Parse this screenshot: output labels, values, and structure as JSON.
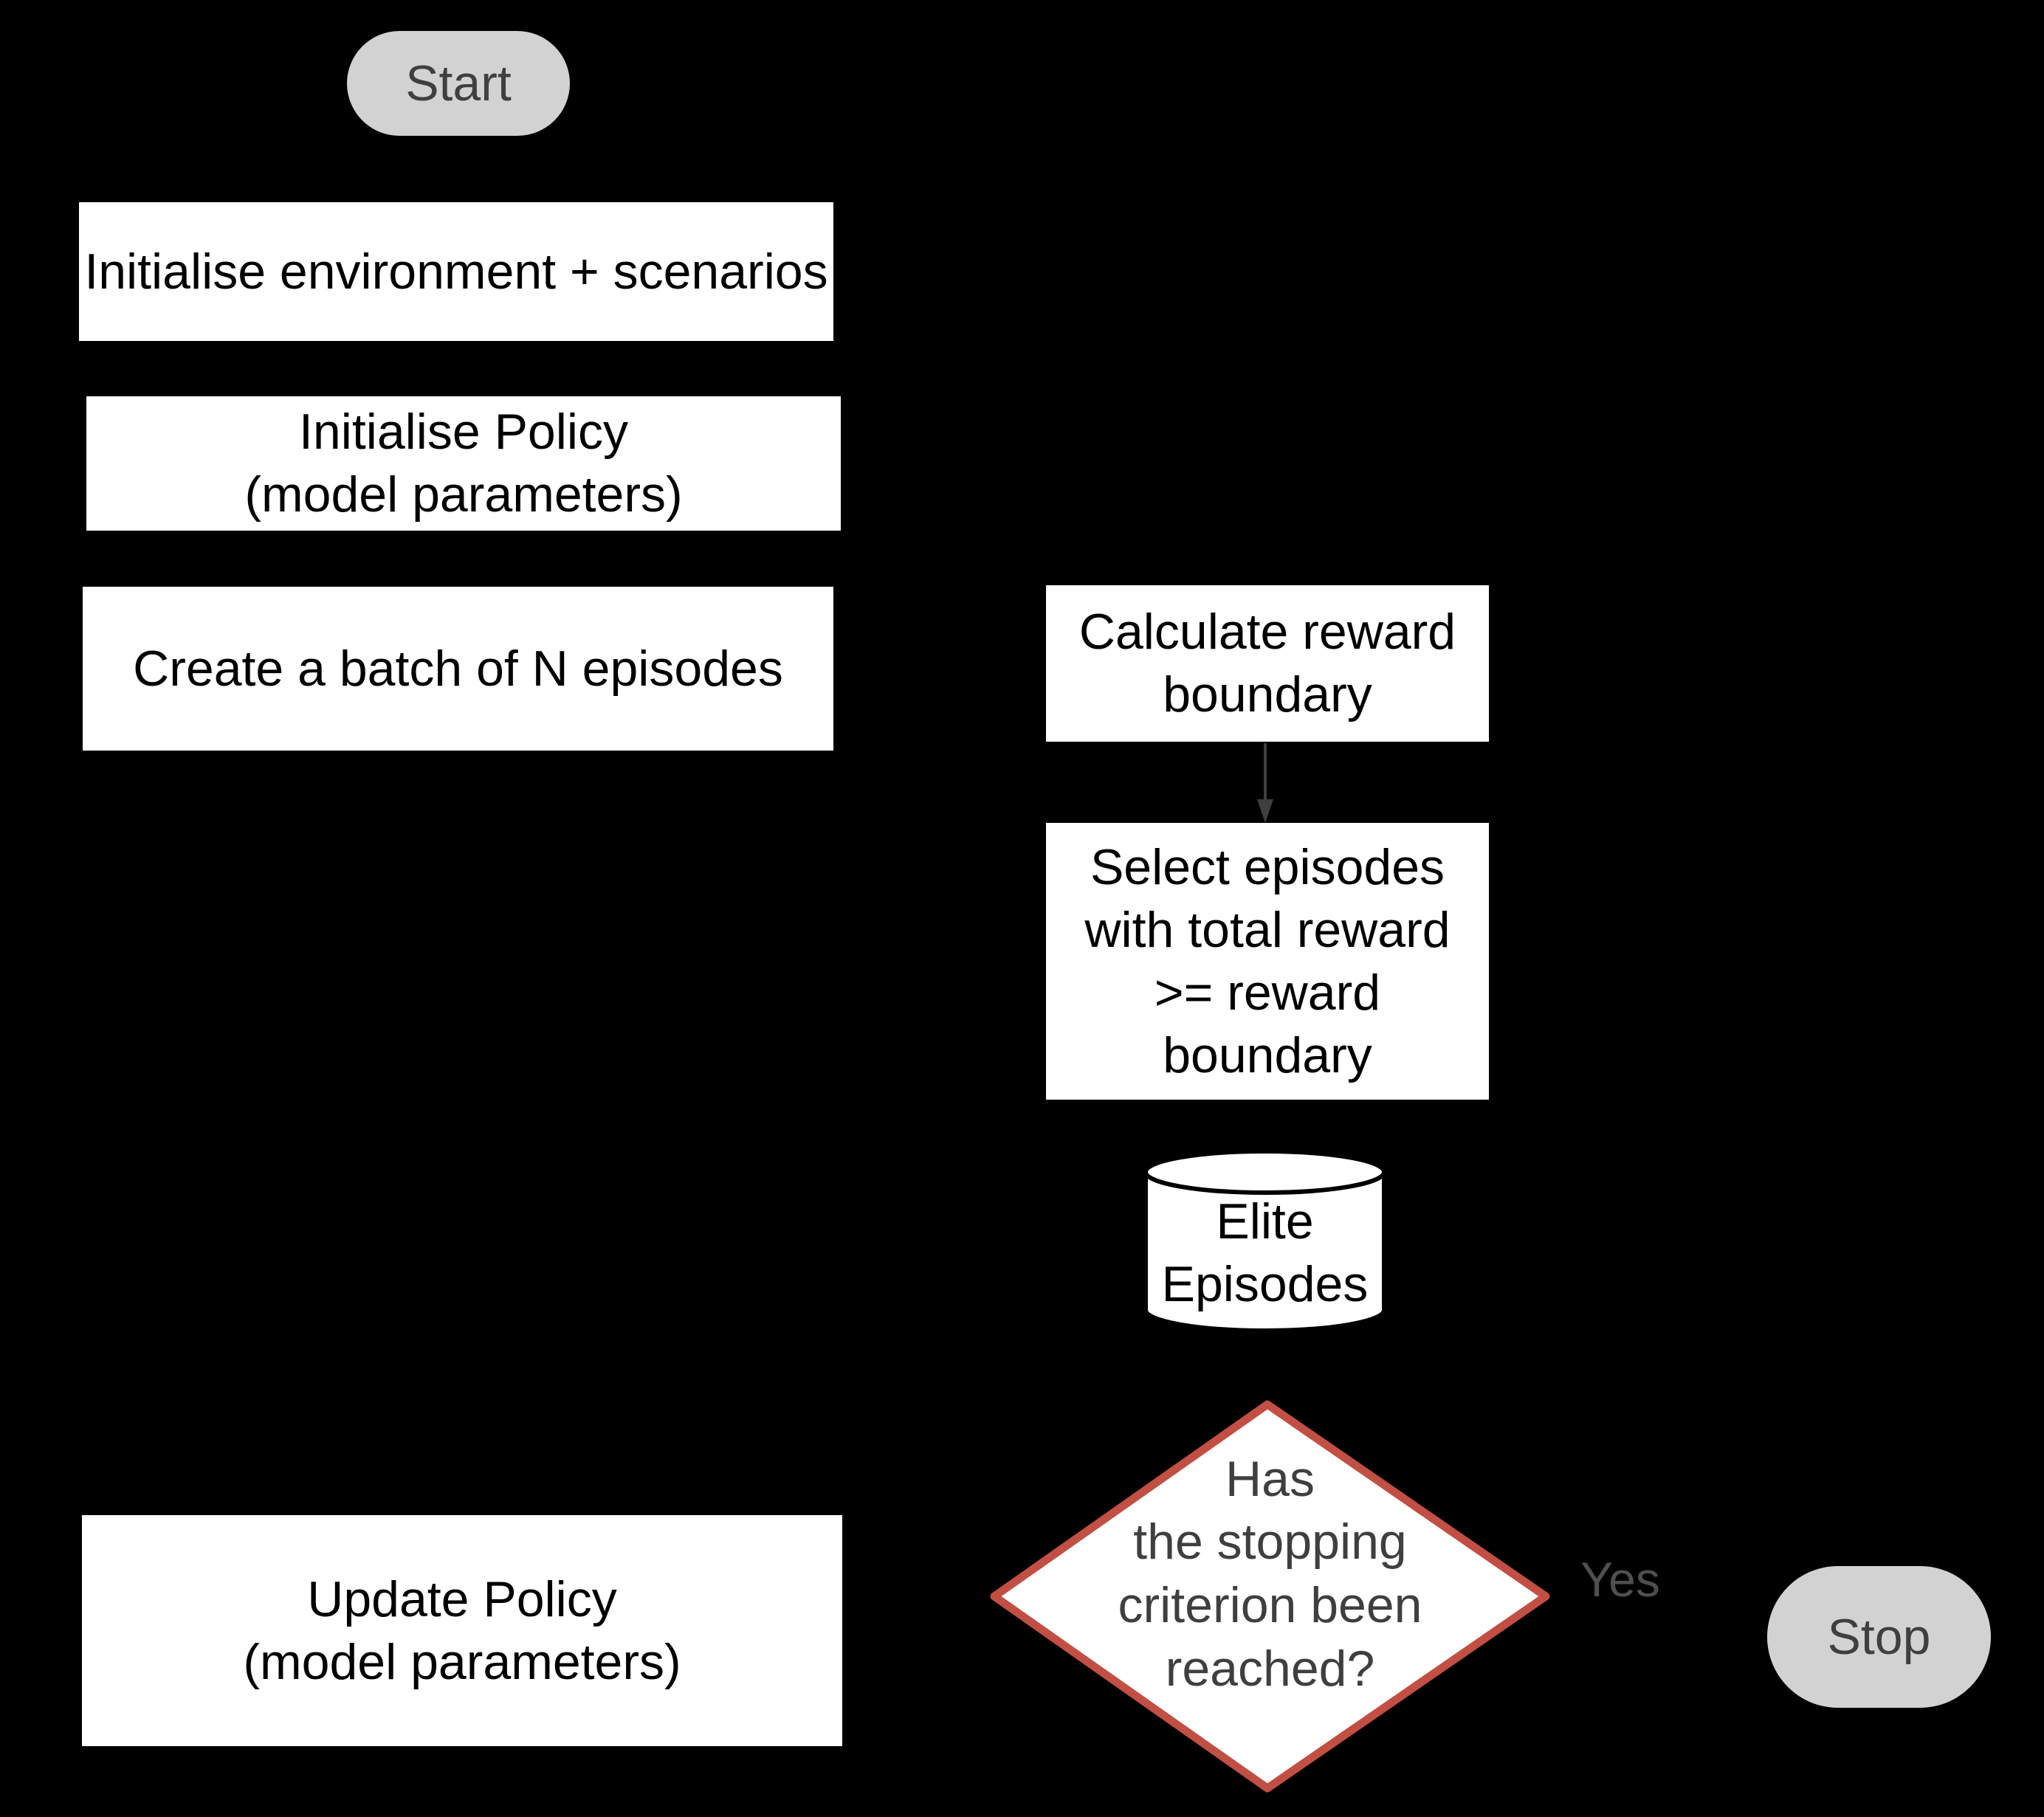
{
  "colors": {
    "background": "#000000",
    "process_fill": "#ffffff",
    "process_text": "#000000",
    "terminator_fill": "#d2d2d2",
    "terminator_text": "#3f3f3f",
    "decision_fill": "#ffffff",
    "decision_border": "#c24f44",
    "decision_text": "#3f3f3f",
    "cylinder_fill": "#ffffff",
    "cylinder_stroke": "#000000",
    "arrow": "#3f3f3f",
    "yes_label_text": "#4f4f4f"
  },
  "nodes": {
    "start": {
      "shape": "terminator",
      "label": "Start"
    },
    "init_env": {
      "shape": "process",
      "label": "Initialise environment + scenarios"
    },
    "init_policy": {
      "shape": "process",
      "lines": [
        "Initialise Policy",
        "(model parameters)"
      ]
    },
    "create_batch": {
      "shape": "process",
      "label": "Create a batch of N episodes"
    },
    "calc_boundary": {
      "shape": "process",
      "lines": [
        "Calculate reward",
        "boundary"
      ]
    },
    "select_episodes": {
      "shape": "process",
      "lines": [
        "Select episodes",
        "with total reward",
        ">= reward",
        "boundary"
      ]
    },
    "elite_episodes": {
      "shape": "cylinder",
      "lines": [
        "Elite",
        "Episodes"
      ]
    },
    "decision": {
      "shape": "diamond",
      "lines": [
        "Has",
        "the stopping",
        "criterion been",
        "reached?"
      ]
    },
    "update_policy": {
      "shape": "process",
      "lines": [
        "Update Policy",
        "(model parameters)"
      ]
    },
    "stop": {
      "shape": "terminator",
      "label": "Stop"
    }
  },
  "edges": {
    "calc_to_select": {
      "type": "arrow-down"
    },
    "yes_label": "Yes"
  }
}
